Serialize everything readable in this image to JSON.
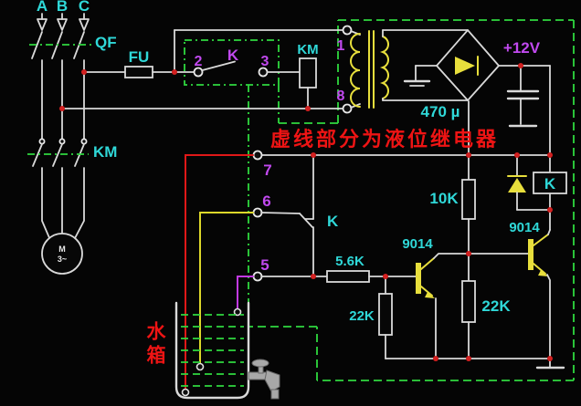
{
  "colors": {
    "background": "#050505",
    "wire": "#d9d9d9",
    "accent_cyan": "#2fd8d8",
    "accent_purple": "#c149ef",
    "accent_red": "#ee1414",
    "dashed_green": "#2fd93f",
    "component_yellow": "#e8df3c",
    "junction_red": "#d32020",
    "probe_wire_red": "#e01818",
    "probe_wire_yellow": "#ddd82a",
    "probe_wire_purple": "#c23ae2"
  },
  "power_section": {
    "phase_labels": [
      "A",
      "B",
      "C"
    ],
    "breaker_label": "QF",
    "fuse_label": "FU",
    "contactor_label": "KM",
    "motor_label": "M",
    "motor_phase": "3~"
  },
  "control_section": {
    "terminal_2": "2",
    "contact_label": "K",
    "terminal_3": "3",
    "coil_label": "KM"
  },
  "transformer": {
    "terminal_1": "1",
    "terminal_8": "8"
  },
  "power_supply": {
    "voltage_label": "+12V",
    "capacitor_label": "470 µ"
  },
  "relay_unit": {
    "banner": "虚线部分为液位继电器",
    "terminal_7": "7",
    "terminal_6": "6",
    "terminal_5": "5",
    "contact_label": "K",
    "relay_coil_label": "K",
    "r_10k": "10K",
    "r_5k6": "5.6K",
    "r_22k_left": "22K",
    "r_22k_right": "22K",
    "q1": "9014",
    "q2": "9014"
  },
  "tank": {
    "label": "水箱"
  }
}
